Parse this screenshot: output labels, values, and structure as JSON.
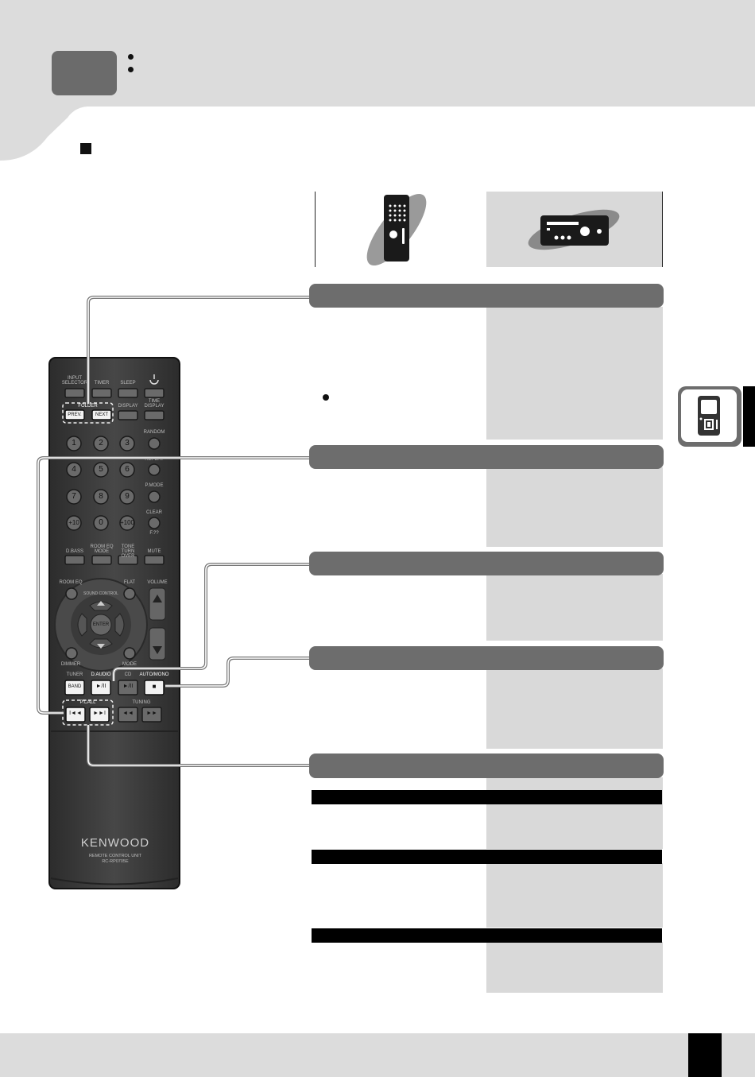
{
  "remote": {
    "brand": "KENWOOD",
    "model_line1": "REMOTE CONTROL UNIT",
    "model_line2": "RC-RP0705E",
    "row1": [
      "INPUT SELECTOR",
      "TIMER",
      "SLEEP"
    ],
    "folder_label": "FOLDER",
    "prev_label": "PREV.",
    "next_label": "NEXT",
    "display_label": "DISPLAY",
    "time_display_label": "TIME DISPLAY",
    "random_label": "RANDOM",
    "repeat_label": "REPEAT",
    "pmode_label": "P.MODE",
    "clear_label": "CLEAR",
    "fl_label": "F.??",
    "digits": [
      "1",
      "2",
      "3",
      "4",
      "5",
      "6",
      "7",
      "8",
      "9",
      "+10",
      "0",
      "+100"
    ],
    "row_dbass": [
      "D.BASS",
      "ROOM EQ MODE",
      "TONE TURN OVER",
      "MUTE"
    ],
    "room_eq_label": "ROOM EQ",
    "flat_label": "FLAT",
    "volume_label": "VOLUME",
    "enter_label": "ENTER",
    "sound_control_label": "SOUND CONTROL",
    "dimmer_label": "DIMMER",
    "mode_label": "MODE",
    "tuner_label": "TUNER",
    "daudio_label": "D.AUDIO",
    "cd_label": "CD",
    "auto_mono_label": "AUTO/MONO",
    "band_label": "BAND",
    "play_pause_label": "►/II",
    "stop_label": "■",
    "pcall_label": "P.CALL",
    "tuning_label": "TUNING",
    "skip_back_label": "I◄◄",
    "skip_fwd_label": "►►I",
    "rew_label": "◄◄",
    "ff_label": "►►"
  },
  "colors": {
    "header_gray": "#dcdcdc",
    "bar_gray": "#6d6d6d",
    "column_gray": "#d9d9d9",
    "remote_body": "#3d3d3d"
  },
  "icons": [
    "remote-control-icon",
    "main-unit-icon",
    "portable-player-icon"
  ]
}
